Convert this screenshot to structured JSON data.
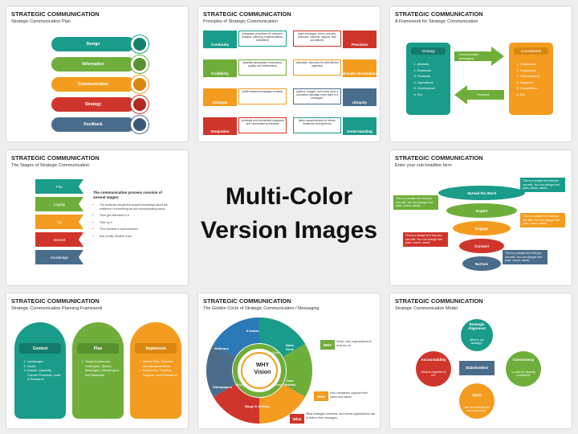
{
  "center_title": [
    "Multi-Color",
    "Version Images"
  ],
  "common_title": "STRATEGIC COMMUNICATION",
  "slide1": {
    "subtitle": "Strategic Communication Plan",
    "items": [
      "Design",
      "Information",
      "Communication",
      "Strategy",
      "Feedback"
    ],
    "colors": [
      "#1a9c8a",
      "#6fae3a",
      "#f39c1f",
      "#d0352b",
      "#4b6d8c"
    ]
  },
  "slide2": {
    "subtitle": "Principles of Strategic Communication",
    "left": [
      "Continuity",
      "Credibility",
      "Dialogue",
      "Integration"
    ],
    "left_text": [
      "(integrated processes for research, analysis, planning, implementation, evaluation)",
      "(positive perceptions of accuracy, quality, and truthfulness)",
      "(multi-faceted exchanges of ideas)",
      "(vertically and horizontally organized and coordinated processes)"
    ],
    "right": [
      "Precision",
      "Results-Orientation",
      "Ubiquity",
      "Understanding"
    ],
    "right_text": [
      "(right messages, forms, persons, channels, contexts, support, time and places)",
      "(desirable outcomes for well-defined objective)",
      "(actions, images, and words send a consistent message every sight is a message!)",
      "(deep comprehension of clients, audiences and partners)"
    ]
  },
  "slide3": {
    "subtitle": "A Framework for Strategic Communication",
    "strategy": "Strategy",
    "strategy_items": [
      "Markets",
      "Research",
      "Products",
      "Operations",
      "Governance",
      "Etc."
    ],
    "constituents": "Constituents",
    "constituent_items": [
      "Customers",
      "Employees",
      "Shareholders",
      "Suppliers",
      "Competitors",
      "Etc."
    ],
    "arrow_top": "Communication (messages)",
    "arrow_bottom": "Feedback"
  },
  "slide4": {
    "subtitle": "The Stages of Strategic Communication",
    "stages": [
      "Fan",
      "Loyalty",
      "Try",
      "Interest",
      "Knowledge"
    ],
    "heading": "The communication process consists of several stages:",
    "bullets": [
      "The audience should first acquire knowledge about the existence of something we are communicating about",
      "Then get interested in it",
      "Then try it",
      "Then become a loyal customer",
      "And, finally, become a fan."
    ]
  },
  "slide5": {
    "subtitle": "Enter your sub headline here",
    "levels": [
      "Spread the Word",
      "Inspire",
      "Engage",
      "Connect",
      "Nurture"
    ],
    "sample": "This is a sample text that you can edit. You can change font (size, colour, name)"
  },
  "slide6": {
    "subtitle": "Strategic Communication Planning Framework",
    "columns": [
      {
        "label": "Context",
        "items": [
          "Landscape",
          "Goals",
          "Assets, Capacity, Current Practices, Data & Research"
        ]
      },
      {
        "label": "Plan",
        "items": [
          "Target Audiences, Strategies, Tactics, Messages, Messengers, and Materials"
        ]
      },
      {
        "label": "Implement",
        "items": [
          "Action Plan, Timeline, and Measurements",
          "Implement, Training, Support, and Evaluation"
        ]
      }
    ]
  },
  "slide7": {
    "subtitle": "The Golden Circle of Strategic Communication / Messaging",
    "segments": [
      "E-books",
      "Sales Deck",
      "Case Studies",
      "Blogs & Articles",
      "Whitepapers",
      "Webinars"
    ],
    "inner": [
      "Vision",
      "Mission",
      "Strategy"
    ],
    "core": [
      "WHY",
      "Vision"
    ],
    "labels": [
      "WHY",
      "How",
      "What"
    ],
    "descriptions": [
      "Vision: why organizations do what the do",
      "How companies organize their vision and values.",
      "What strategies channels, and format organizations use to deliver their messages."
    ]
  },
  "slide8": {
    "subtitle": "Strategic Communication Model",
    "nodes": [
      "Strategic Alignment",
      "Accountability",
      "Consistency",
      "Spirit"
    ],
    "questions": [
      "What is our strategy?",
      "What is expected of us?",
      "Is what I'm hearing consistent?",
      "Are we motivated to about we hear?"
    ],
    "center": "Stakeholders"
  }
}
